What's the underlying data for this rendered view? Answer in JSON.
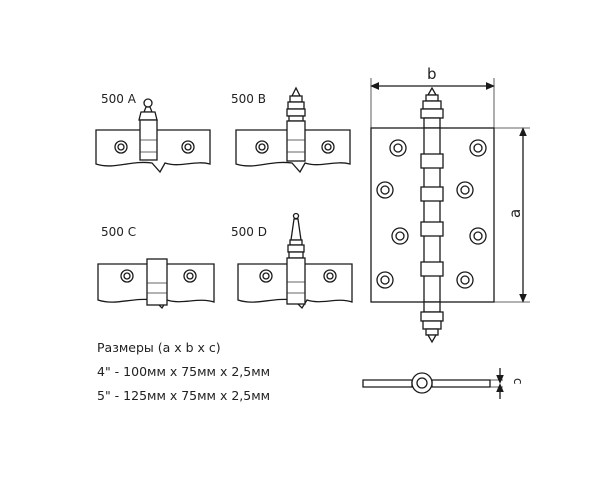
{
  "labels": {
    "a": "500 A",
    "b": "500 B",
    "c": "500 C",
    "d": "500 D"
  },
  "dimensions": {
    "width": "b",
    "height": "a",
    "thickness": "c"
  },
  "specs": {
    "title": "Размеры (a x b x c)",
    "line1": "4\" - 100мм x 75мм x 2,5мм",
    "line2": "5\" - 125мм x 75мм x 2,5мм"
  }
}
